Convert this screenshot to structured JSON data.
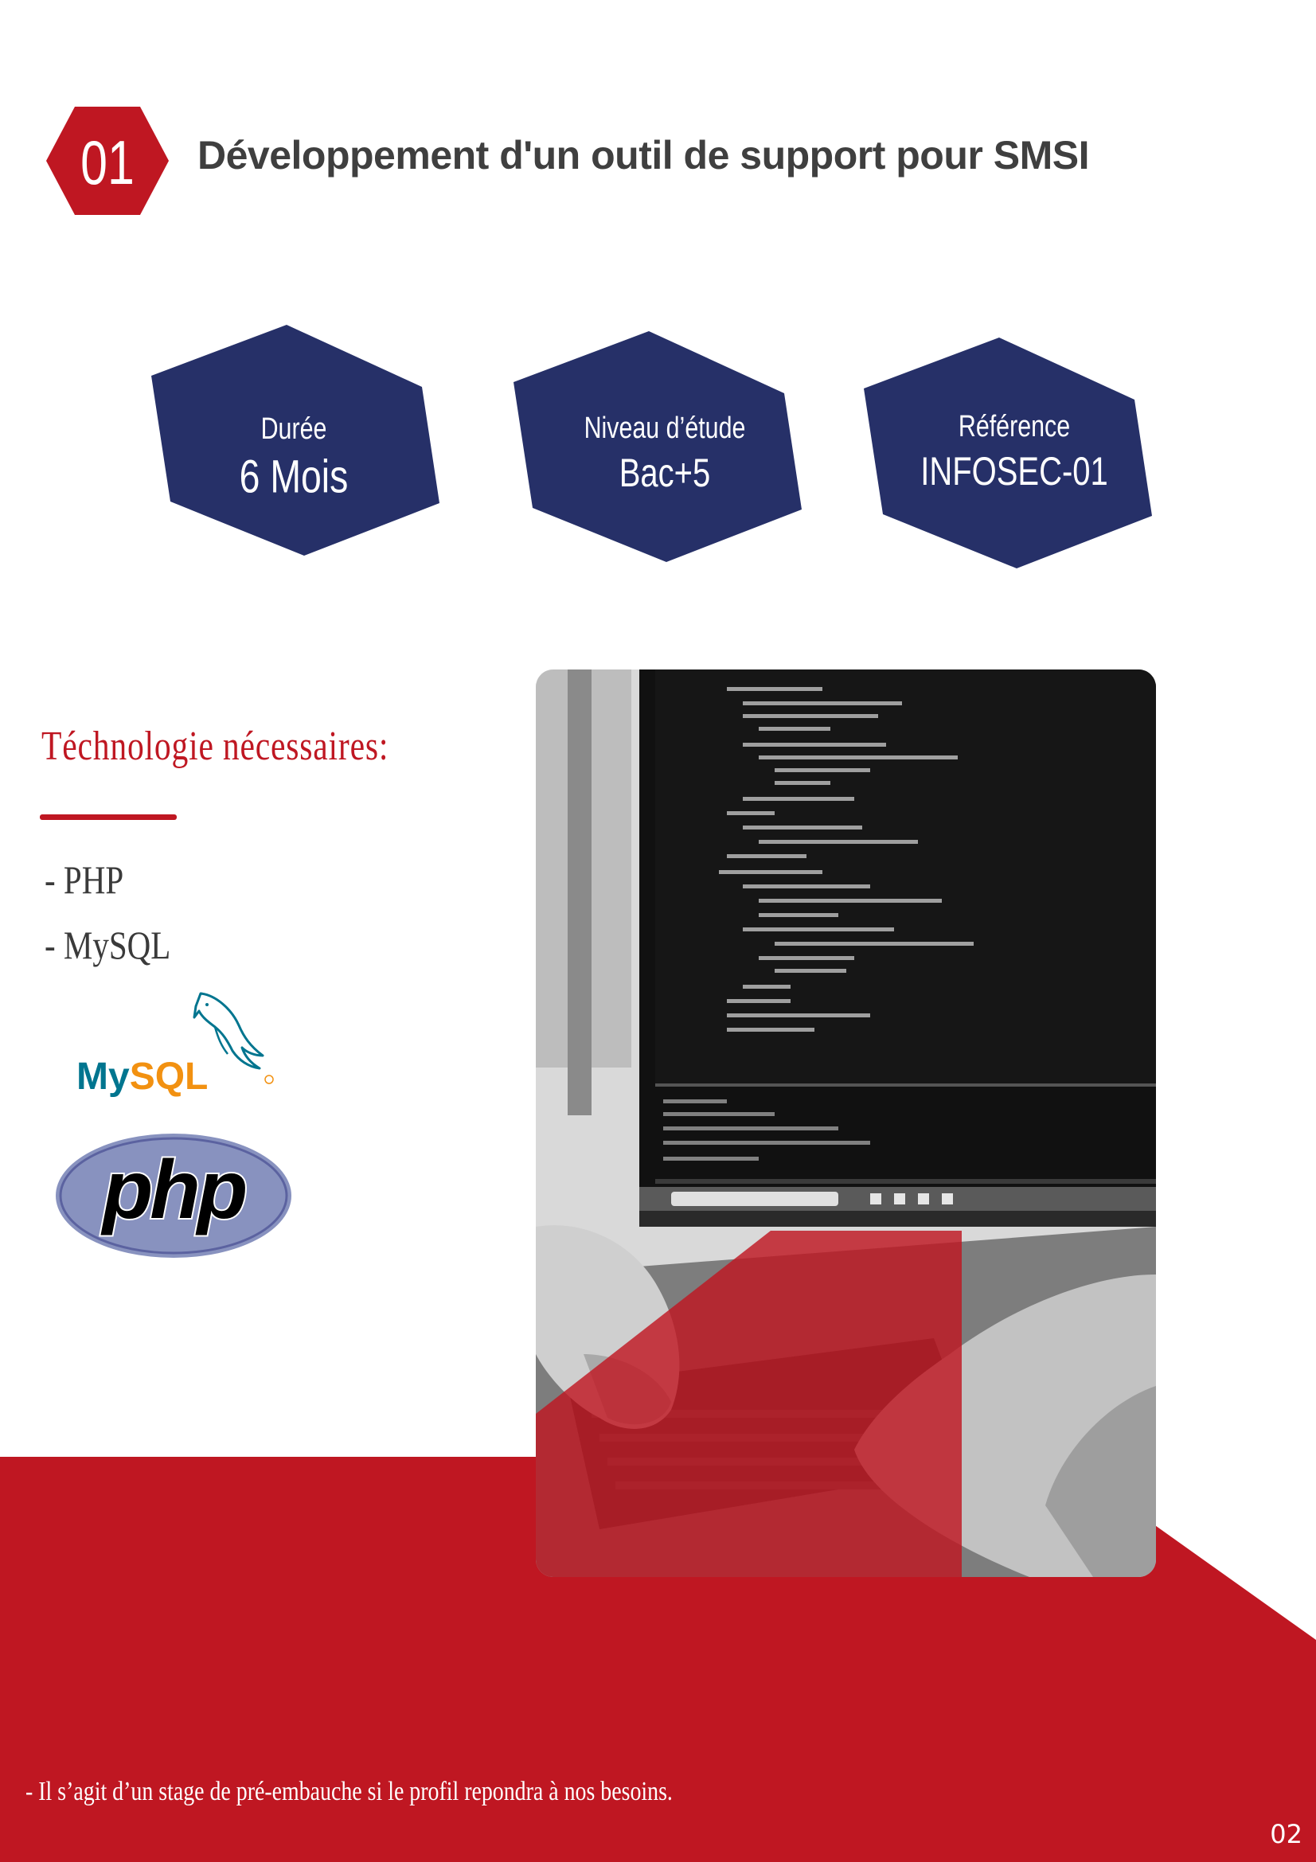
{
  "header": {
    "number": "01",
    "title": "Développement d'un outil de support pour SMSI"
  },
  "info_cards": [
    {
      "label": "Durée",
      "value": "6 Mois"
    },
    {
      "label": "Niveau d’étude",
      "value": "Bac+5"
    },
    {
      "label": "Référence",
      "value": "INFOSEC-01"
    }
  ],
  "technologies": {
    "heading": "Téchnologie nécessaires:",
    "items": [
      "- PHP",
      "- MySQL"
    ]
  },
  "logos": {
    "mysql": "MySQL",
    "php": "php"
  },
  "footer": {
    "note": "- Il s’agit d’un stage de pré-embauche si le profil repondra à nos besoins.",
    "page_number": "02"
  },
  "colors": {
    "accent_red": "#bf1722",
    "navy": "#263068",
    "text_dark": "#3f3f3f",
    "php_purple": "#8892bf",
    "mysql_blue": "#00758f",
    "mysql_orange": "#f29111"
  }
}
